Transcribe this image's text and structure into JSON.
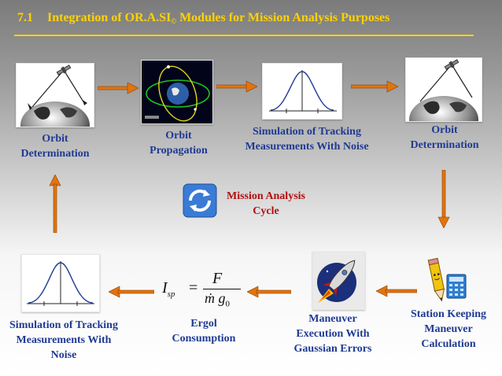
{
  "slide": {
    "number": "7.1",
    "title_main": "Integration of OR.A.SI",
    "title_sub": "©",
    "title_rest": " Modules for Mission Analysis Purposes"
  },
  "center": {
    "line1": "Mission Analysis",
    "line2": "Cycle"
  },
  "nodes": {
    "orbit_det_left": {
      "line1": "Orbit",
      "line2": "Determination"
    },
    "orbit_prop": {
      "line1": "Orbit",
      "line2": "Propagation"
    },
    "sim_top": {
      "line1": "Simulation of Tracking",
      "line2": "Measurements With Noise"
    },
    "orbit_det_right": {
      "line1": "Orbit",
      "line2": "Determination"
    },
    "station_keeping": {
      "line1": "Station Keeping",
      "line2": "Maneuver",
      "line3": "Calculation"
    },
    "maneuver_exec": {
      "line1": "Maneuver",
      "line2": "Execution With",
      "line3": "Gaussian Errors"
    },
    "ergol": {
      "line1": "Ergol",
      "line2": "Consumption"
    },
    "sim_bottom": {
      "line1": "Simulation of Tracking",
      "line2": "Measurements With",
      "line3": "Noise"
    }
  },
  "formula": {
    "lhs": "I",
    "lhs_sub": "sp",
    "eq": "=",
    "numerator": "F",
    "denominator": "ṁ g",
    "denominator_sub": "0"
  },
  "colors": {
    "title": "#ffd200",
    "node_text": "#1f3a93",
    "center_text": "#b10f0f",
    "arrow": "#e2740f"
  },
  "icons": [
    "globe-satellite-icon",
    "orbit-propagation-icon",
    "gaussian-curve-icon",
    "pencil-calculator-icon",
    "rocket-icon",
    "cycle-arrows-icon"
  ]
}
